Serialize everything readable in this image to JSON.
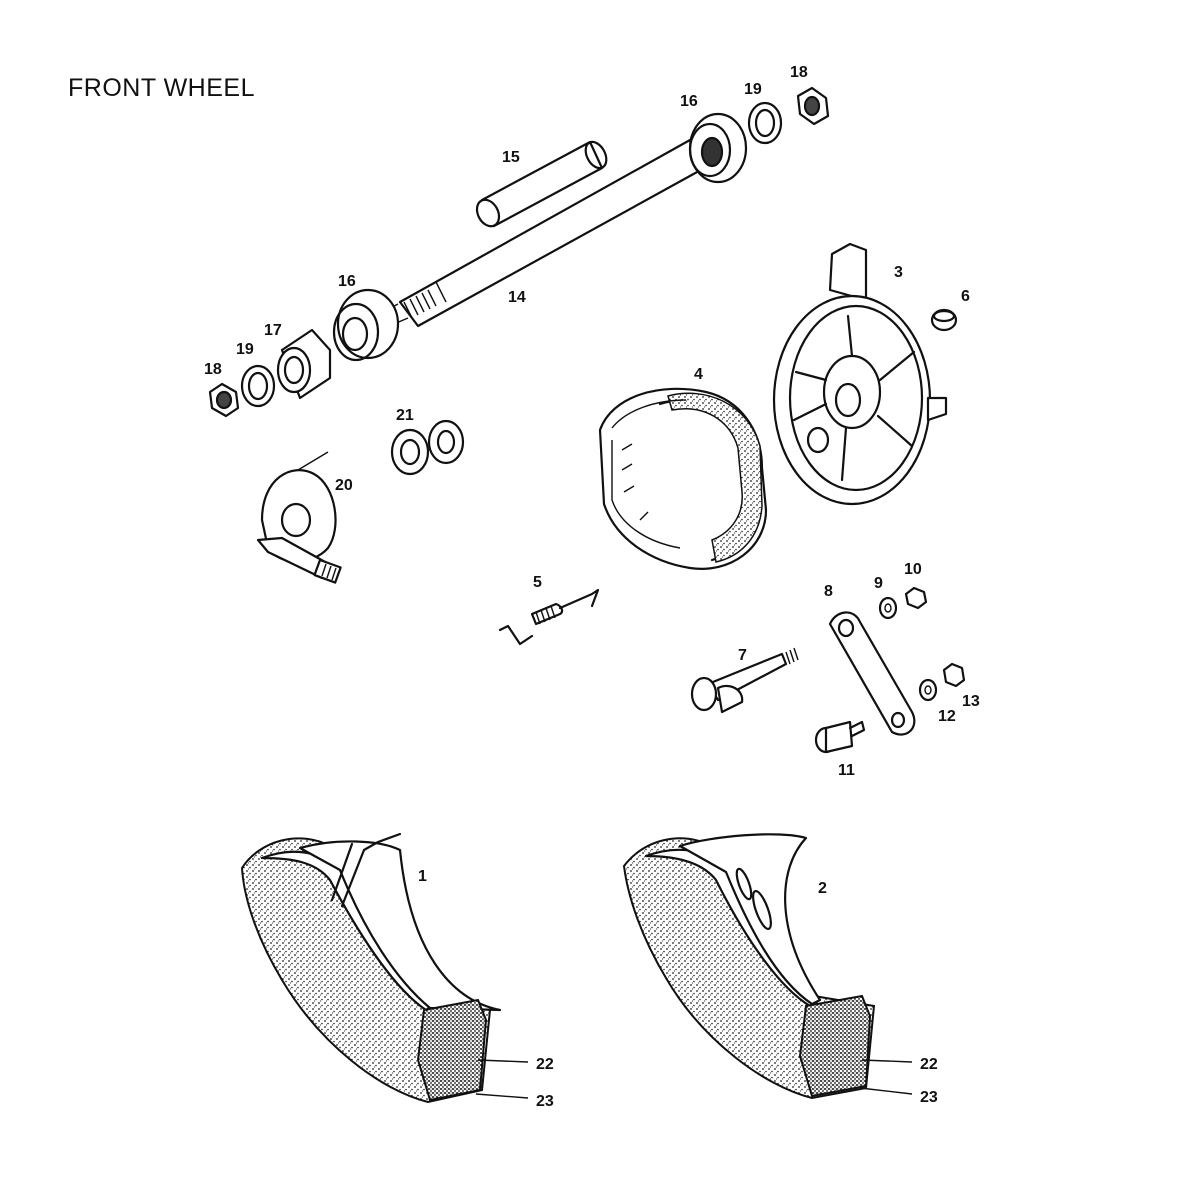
{
  "title": "FRONT WHEEL",
  "callouts": {
    "c1": "1",
    "c2": "2",
    "c3": "3",
    "c4": "4",
    "c5": "5",
    "c6": "6",
    "c7": "7",
    "c8": "8",
    "c9": "9",
    "c10": "10",
    "c11": "11",
    "c12": "12",
    "c13": "13",
    "c14": "14",
    "c15": "15",
    "c16a": "16",
    "c16b": "16",
    "c17": "17",
    "c18a": "18",
    "c18b": "18",
    "c19a": "19",
    "c19b": "19",
    "c20": "20",
    "c21": "21",
    "c22a": "22",
    "c22b": "22",
    "c23a": "23",
    "c23b": "23"
  }
}
